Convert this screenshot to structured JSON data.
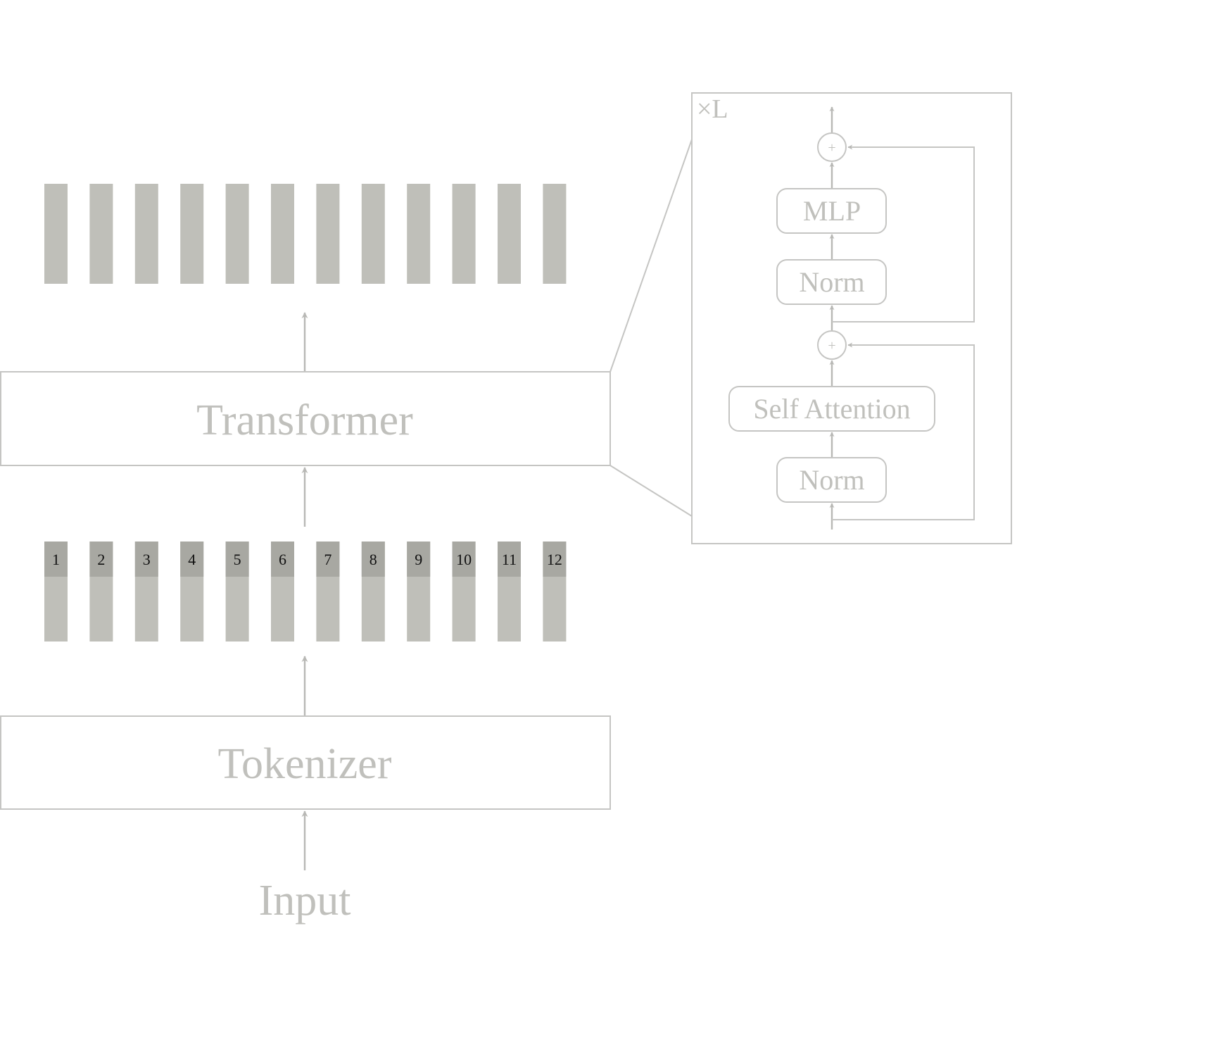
{
  "transformer": {
    "label": "Transformer"
  },
  "tokenizer": {
    "label": "Tokenizer"
  },
  "input": {
    "label": "Input"
  },
  "tokens": [
    "1",
    "2",
    "3",
    "4",
    "5",
    "6",
    "7",
    "8",
    "9",
    "10",
    "11",
    "12"
  ],
  "block": {
    "repeat_label": "×L",
    "mlp": "MLP",
    "norm_top": "Norm",
    "self_attention": "Self Attention",
    "norm_bottom": "Norm",
    "add_symbol": "+"
  },
  "colors": {
    "token_body": "#bfbfb9",
    "token_index": "#a8a8a2",
    "outline": "#c5c5c3",
    "label": "#c0c0bc"
  }
}
